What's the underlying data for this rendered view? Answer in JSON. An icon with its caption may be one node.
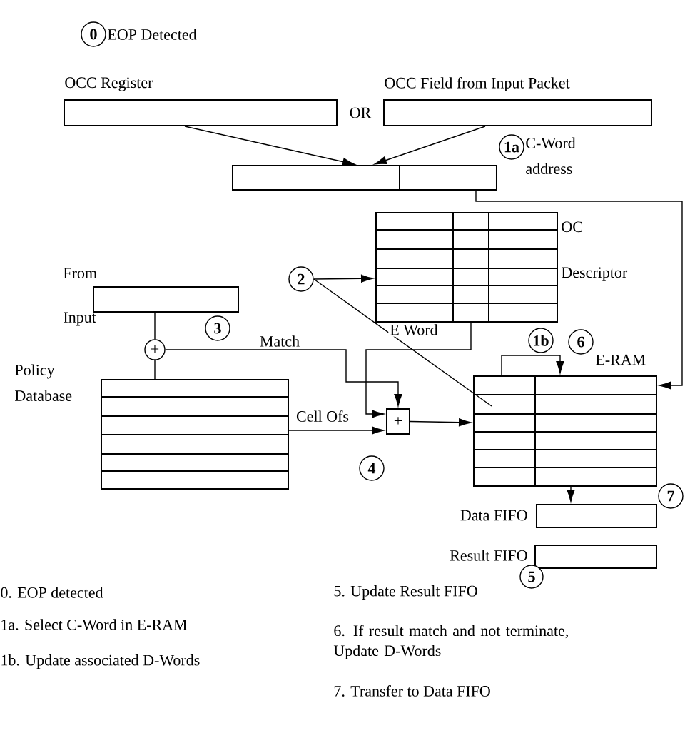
{
  "diagram": {
    "nodes": [
      {
        "text": [
          "0"
        ],
        "beside": [
          "EOP Detected"
        ]
      },
      {
        "text": [
          "OCC Register"
        ]
      },
      {
        "text": [
          "OCC Field from Input Packet"
        ]
      },
      {
        "text": [],
        "shape": "box"
      },
      {
        "text": [
          "1a"
        ],
        "beside": [
          "C-Word address"
        ]
      },
      {
        "text": [
          "OC Descriptor"
        ]
      },
      {
        "text": [
          "2"
        ]
      },
      {
        "text": [
          "From Input"
        ]
      },
      {
        "text": [
          "3"
        ]
      },
      {
        "text": [
          "+"
        ]
      },
      {
        "text": [
          "Policy Database"
        ]
      },
      {
        "text": [
          "+"
        ]
      },
      {
        "text": [
          "4"
        ]
      },
      {
        "text": [
          "1b"
        ]
      },
      {
        "text": [
          "6"
        ]
      },
      {
        "text": [
          "E-RAM"
        ]
      },
      {
        "text": [
          "Data FIFO"
        ]
      },
      {
        "text": [
          "7"
        ]
      },
      {
        "text": [
          "Result FIFO"
        ]
      },
      {
        "text": [
          "5"
        ]
      }
    ],
    "edges": [
      {
        "from": 1,
        "to": 3,
        "arrow": "to"
      },
      {
        "from": 2,
        "to": 3,
        "arrow": "to"
      },
      {
        "from": 3,
        "to": 15,
        "arrow": "to"
      },
      {
        "from": 6,
        "to": 5,
        "arrow": "to"
      },
      {
        "from": 6,
        "to": 15,
        "arrow": "none"
      },
      {
        "from": 7,
        "to": 9,
        "arrow": "none"
      },
      {
        "from": 9,
        "to": 10,
        "arrow": "none"
      },
      {
        "from": 9,
        "to": 11,
        "arrow": "to",
        "label": "Match"
      },
      {
        "from": 5,
        "to": 11,
        "arrow": "to",
        "label": "E Word"
      },
      {
        "from": 10,
        "to": 11,
        "arrow": "to",
        "label": "Cell Ofs"
      },
      {
        "from": 11,
        "to": 15,
        "arrow": "to"
      },
      {
        "from": 15,
        "to": 15,
        "arrow": "to"
      },
      {
        "from": 15,
        "to": 16,
        "arrow": "to"
      }
    ],
    "labels": [
      "OR",
      "0. EOP detected",
      "1a. Select C-Word in E-RAM",
      "1b. Update associated D-Words",
      "5. Update Result FIFO",
      "6. If result match and not terminate, Update D-Words",
      "7. Transfer to Data FIFO"
    ]
  }
}
